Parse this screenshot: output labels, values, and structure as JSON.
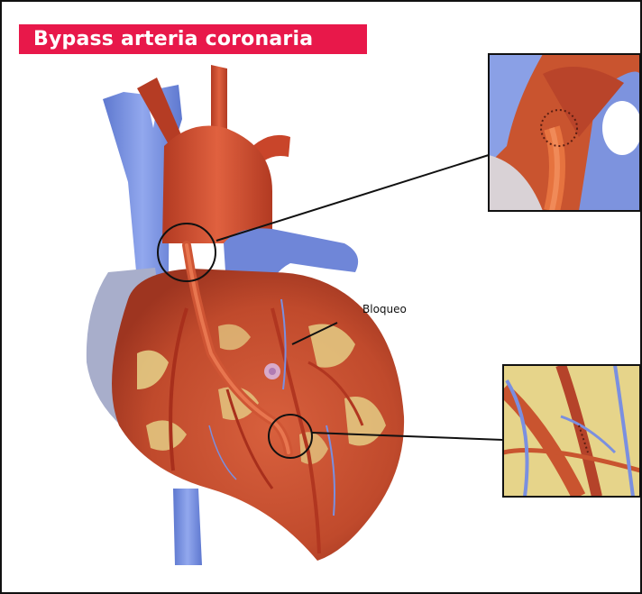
{
  "title": "Bypass arteria coronaria",
  "labels": {
    "blockage": "Bloqueo"
  },
  "colors": {
    "title_background": "#e8184a",
    "title_text": "#ffffff",
    "artery_red": "#c9452a",
    "vein_blue": "#7a92e0",
    "fat_yellow": "#e6d48a",
    "frame": "#111111"
  },
  "icons": {
    "heart": "heart-illustration",
    "graft_inset_top": "graft-anastomosis-aorta-inset",
    "graft_inset_bottom": "graft-anastomosis-coronary-inset"
  }
}
